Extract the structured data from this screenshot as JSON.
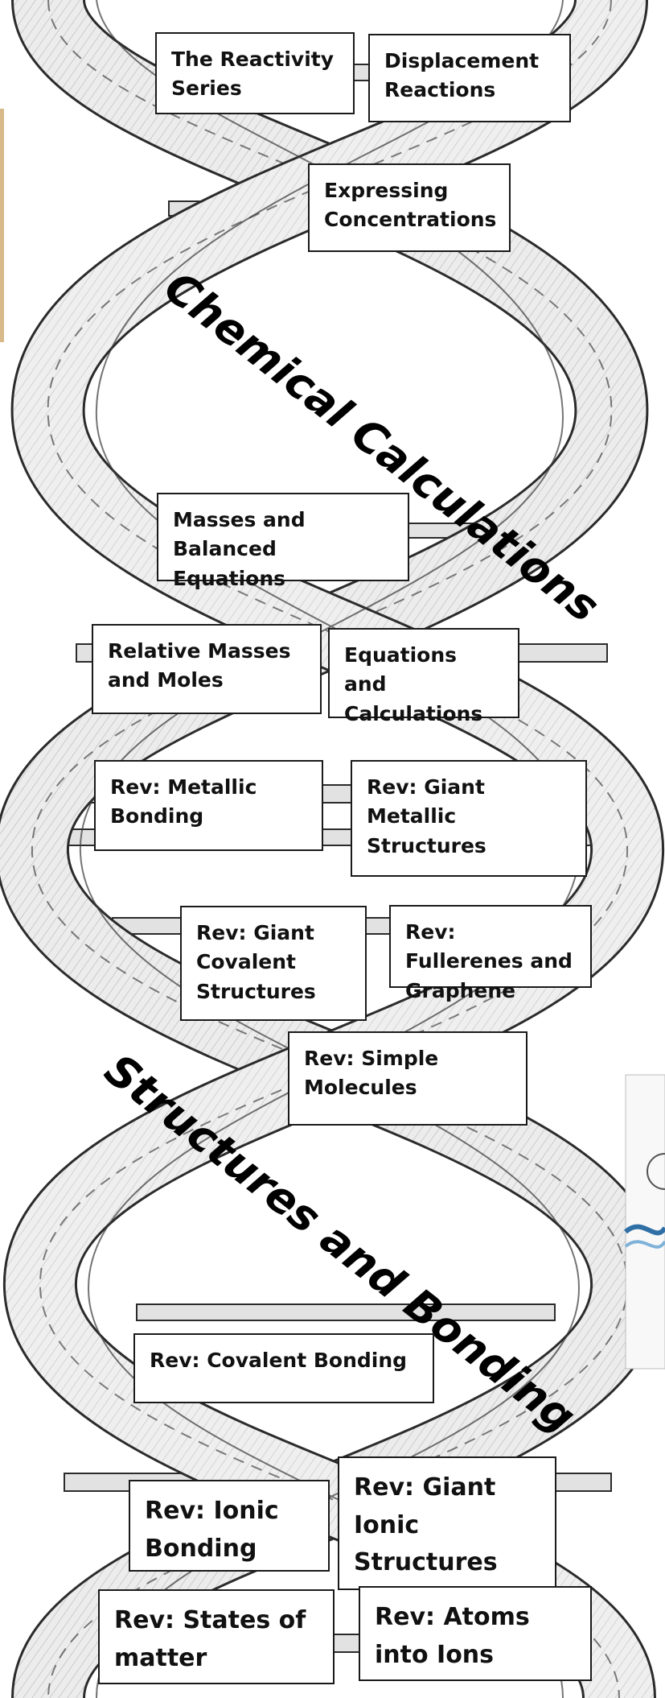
{
  "headings": {
    "chemical_calculations": "Chemical Calculations",
    "structures_and_bonding": "Structures and Bonding"
  },
  "topics": {
    "reactivity_series": "The Reactivity Series",
    "displacement_reactions": "Displacement Reactions",
    "expressing_concentrations": "Expressing Concentrations",
    "masses_balanced_equations": "Masses and Balanced Equations",
    "relative_masses_moles": "Relative Masses and Moles",
    "equations_calculations": "Equations and Calculations",
    "metallic_bonding": "Rev: Metallic Bonding",
    "giant_metallic_structures": "Rev: Giant Metallic Structures",
    "giant_covalent_structures": "Rev: Giant Covalent Structures",
    "fullerenes_graphene": "Rev: Fullerenes and Graphene",
    "simple_molecules": "Rev: Simple Molecules",
    "covalent_bonding": "Rev: Covalent Bonding",
    "ionic_bonding": "Rev: Ionic Bonding",
    "giant_ionic_structures": "Rev: Giant Ionic Structures",
    "states_of_matter": "Rev: States of matter",
    "atoms_into_ions": "Rev: Atoms into Ions"
  },
  "colors": {
    "strand_fill": "#ececec",
    "strand_outline": "#2b2b2b",
    "hatch": "#6f6f6f",
    "left_tab": "#d7b98a",
    "side_card_wave": "#2f6fa6"
  }
}
